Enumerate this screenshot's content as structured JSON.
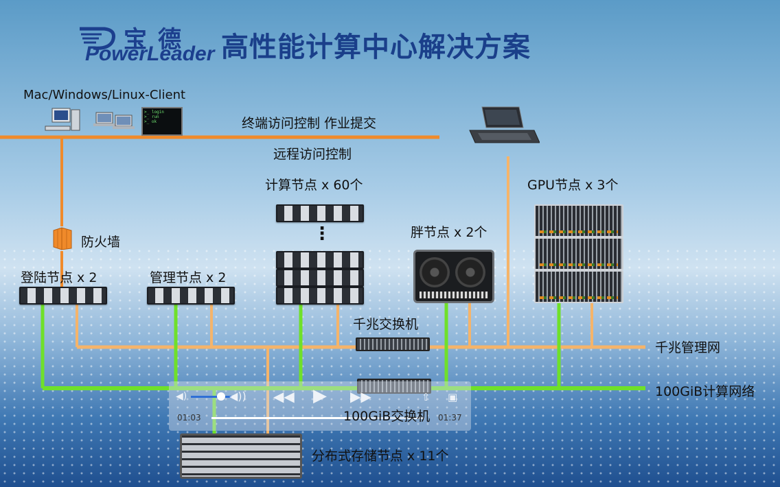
{
  "logo": {
    "cn": "宝德",
    "en": "PowerLeader"
  },
  "title": "高性能计算中心解决方案",
  "labels": {
    "client": "Mac/Windows/Linux-Client",
    "terminal": "终端访问控制 作业提交",
    "remote": "远程访问控制",
    "compute": "计算节点 x 60个",
    "gpu": "GPU节点 x 3个",
    "fat": "胖节点 x 2个",
    "firewall": "防火墙",
    "login": "登陆节点 x 2",
    "mgmt": "管理节点 x 2",
    "gig_switch": "千兆交换机",
    "gig_net": "千兆管理网",
    "compute_net": "100GiB计算网络",
    "ib_switch": "100GiB交换机",
    "storage": "分布式存储节点 x 11个",
    "ellipsis": "⋮"
  },
  "player": {
    "current": "01:03",
    "total": "01:37",
    "progress": 0.65,
    "volume": 0.6
  },
  "colors": {
    "title": "#1a3f8a",
    "mgmt_line": "#f5b46a",
    "client_line": "#f08a2a",
    "compute_line": "#6fe02a"
  },
  "icons": {
    "play": "▶",
    "rewind": "◀◀",
    "forward": "▶▶",
    "volume": "🔈"
  }
}
